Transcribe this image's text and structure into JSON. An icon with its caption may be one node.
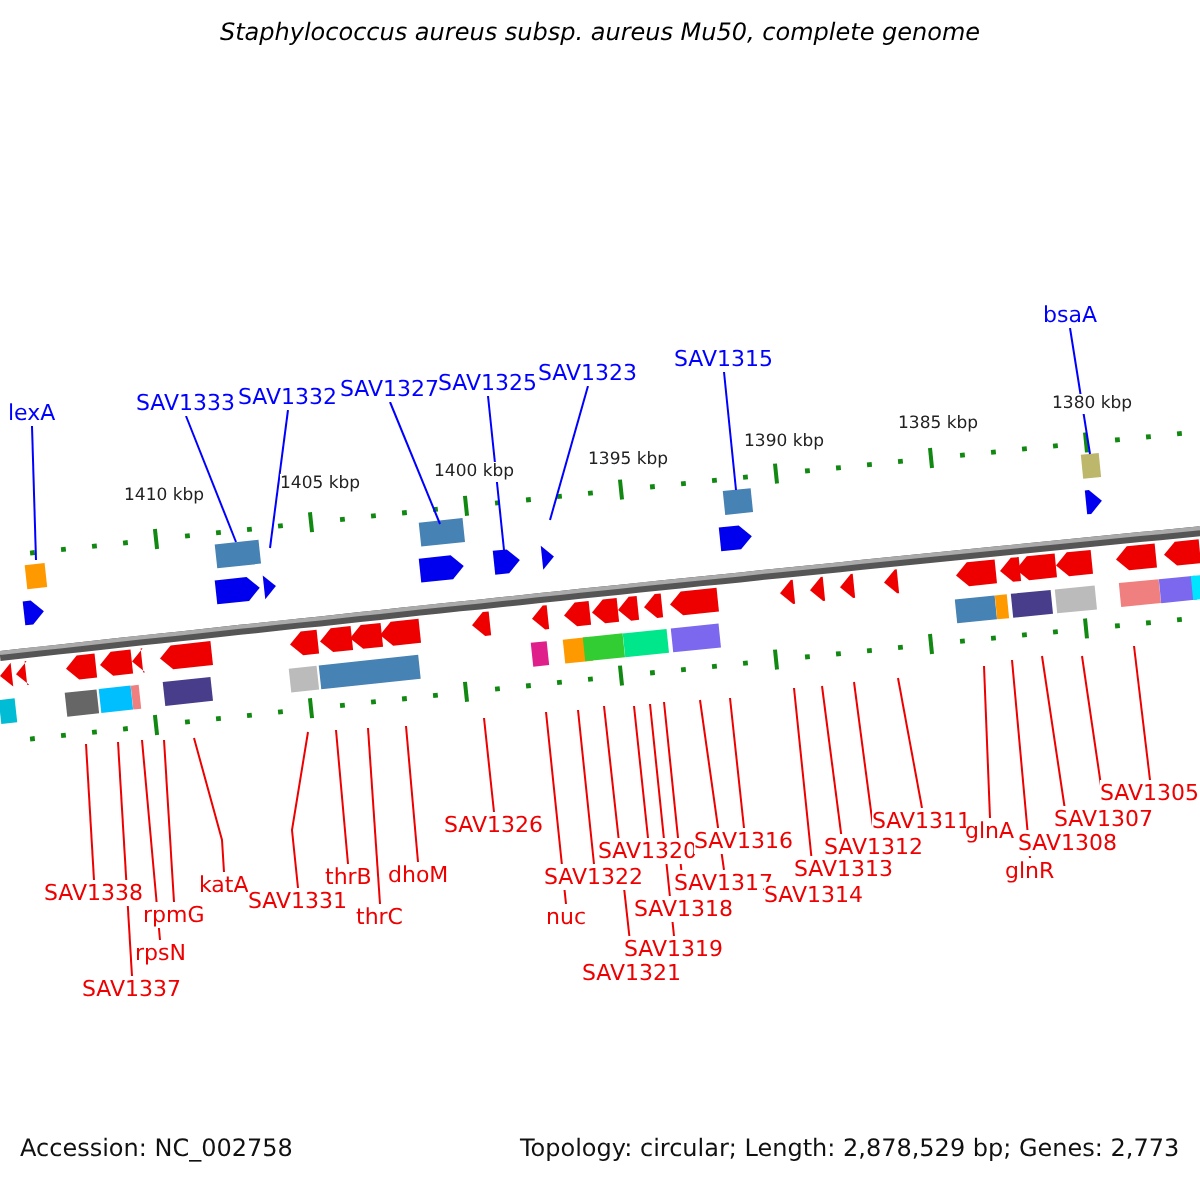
{
  "diagram": {
    "title": "Staphylococcus aureus subsp. aureus Mu50, complete genome",
    "nodes": [
      {
        "text": [
          "lexA"
        ]
      },
      {
        "text": [
          "SAV1333"
        ]
      },
      {
        "text": [
          "SAV1332"
        ]
      },
      {
        "text": [
          "SAV1327"
        ]
      },
      {
        "text": [
          "SAV1325"
        ]
      },
      {
        "text": [
          "SAV1323"
        ]
      },
      {
        "text": [
          "SAV1315"
        ]
      },
      {
        "text": [
          "bsaA"
        ]
      },
      {
        "text": [
          "SAV1338"
        ]
      },
      {
        "text": [
          "SAV1337"
        ]
      },
      {
        "text": [
          "rpsN"
        ]
      },
      {
        "text": [
          "rpmG"
        ]
      },
      {
        "text": [
          "katA"
        ]
      },
      {
        "text": [
          "SAV1331"
        ]
      },
      {
        "text": [
          "thrB"
        ]
      },
      {
        "text": [
          "thrC"
        ]
      },
      {
        "text": [
          "dhoM"
        ]
      },
      {
        "text": [
          "SAV1326"
        ]
      },
      {
        "text": [
          "nuc"
        ]
      },
      {
        "text": [
          "SAV1322"
        ]
      },
      {
        "text": [
          "SAV1320"
        ]
      },
      {
        "text": [
          "SAV1321"
        ]
      },
      {
        "text": [
          "SAV1319"
        ]
      },
      {
        "text": [
          "SAV1318"
        ]
      },
      {
        "text": [
          "SAV1317"
        ]
      },
      {
        "text": [
          "SAV1316"
        ]
      },
      {
        "text": [
          "SAV1314"
        ]
      },
      {
        "text": [
          "SAV1313"
        ]
      },
      {
        "text": [
          "SAV1312"
        ]
      },
      {
        "text": [
          "SAV1311"
        ]
      },
      {
        "text": [
          "glnA"
        ]
      },
      {
        "text": [
          "glnR"
        ]
      },
      {
        "text": [
          "SAV1308"
        ]
      },
      {
        "text": [
          "SAV1307"
        ]
      },
      {
        "text": [
          "SAV1305"
        ]
      }
    ],
    "edges": [
      {
        "from": 0,
        "to": null,
        "arrow": "none",
        "color": "#0000ff"
      },
      {
        "from": 1,
        "to": null,
        "arrow": "none",
        "color": "#0000ff"
      },
      {
        "from": 2,
        "to": null,
        "arrow": "none",
        "color": "#0000ff"
      },
      {
        "from": 3,
        "to": null,
        "arrow": "none",
        "color": "#0000ff"
      },
      {
        "from": 4,
        "to": null,
        "arrow": "none",
        "color": "#0000ff"
      },
      {
        "from": 5,
        "to": null,
        "arrow": "none",
        "color": "#0000ff"
      },
      {
        "from": 6,
        "to": null,
        "arrow": "none",
        "color": "#0000ff"
      },
      {
        "from": 7,
        "to": null,
        "arrow": "none",
        "color": "#0000ff"
      },
      {
        "from": 8,
        "to": null,
        "arrow": "none"
      },
      {
        "from": 9,
        "to": null,
        "arrow": "none"
      },
      {
        "from": 10,
        "to": null,
        "arrow": "none"
      },
      {
        "from": 11,
        "to": null,
        "arrow": "none"
      },
      {
        "from": 12,
        "to": null,
        "arrow": "none"
      },
      {
        "from": 13,
        "to": null,
        "arrow": "none"
      },
      {
        "from": 14,
        "to": null,
        "arrow": "none"
      },
      {
        "from": 15,
        "to": null,
        "arrow": "none"
      },
      {
        "from": 16,
        "to": null,
        "arrow": "none"
      },
      {
        "from": 17,
        "to": null,
        "arrow": "none"
      },
      {
        "from": 18,
        "to": null,
        "arrow": "none"
      },
      {
        "from": 19,
        "to": null,
        "arrow": "none"
      },
      {
        "from": 20,
        "to": null,
        "arrow": "none"
      },
      {
        "from": 21,
        "to": null,
        "arrow": "none"
      },
      {
        "from": 22,
        "to": null,
        "arrow": "none"
      },
      {
        "from": 23,
        "to": null,
        "arrow": "none"
      },
      {
        "from": 24,
        "to": null,
        "arrow": "none"
      },
      {
        "from": 25,
        "to": null,
        "arrow": "none"
      },
      {
        "from": 26,
        "to": null,
        "arrow": "none"
      },
      {
        "from": 27,
        "to": null,
        "arrow": "none"
      },
      {
        "from": 28,
        "to": null,
        "arrow": "none"
      },
      {
        "from": 29,
        "to": null,
        "arrow": "none"
      },
      {
        "from": 30,
        "to": null,
        "arrow": "none"
      },
      {
        "from": 31,
        "to": null,
        "arrow": "none"
      },
      {
        "from": 32,
        "to": null,
        "arrow": "none"
      },
      {
        "from": 33,
        "to": null,
        "arrow": "none"
      },
      {
        "from": 34,
        "to": null,
        "arrow": "none"
      }
    ],
    "labels": [
      "1410 kbp",
      "1405 kbp",
      "1400 kbp",
      "1395 kbp",
      "1390 kbp",
      "1385 kbp",
      "1380 kbp",
      "Accession: NC_002758",
      "Topology: circular; Length: 2,878,529 bp; Genes: 2,773"
    ]
  }
}
